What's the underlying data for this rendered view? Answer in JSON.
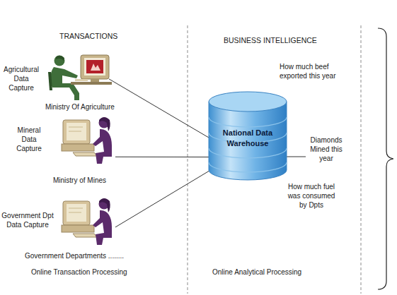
{
  "diagram": {
    "nodes": [
      {
        "text": [
          "Agricultural Data Capture",
          "Ministry Of Agriculture"
        ]
      },
      {
        "text": [
          "Mineral Data Capture",
          "Ministry of Mines"
        ]
      },
      {
        "text": [
          "Government Dpt Data Capture",
          "Government Departments ........"
        ]
      },
      {
        "text": [
          "National Data Warehouse"
        ]
      }
    ],
    "edges": [
      {
        "from": 0,
        "to": 3,
        "arrow": "none"
      },
      {
        "from": 1,
        "to": 3,
        "arrow": "none"
      },
      {
        "from": 2,
        "to": 3,
        "arrow": "none"
      }
    ],
    "labels": [
      "TRANSACTIONS",
      "BUSINESS INTELLIGENCE",
      "How much beef exported this year",
      "Diamonds Mined this year",
      "How much fuel was consumed by Dpts",
      "Online Transaction Processing",
      "Online Analytical Processing"
    ]
  }
}
